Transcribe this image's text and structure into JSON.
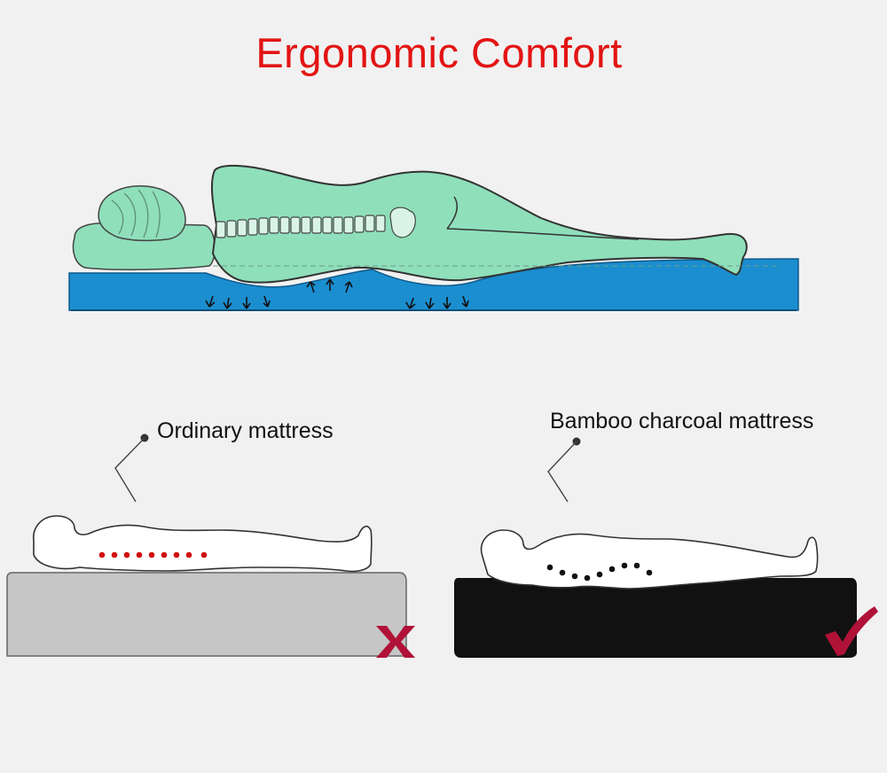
{
  "title": "Ergonomic Comfort",
  "labels": {
    "ordinary": "Ordinary mattress",
    "bamboo": "Bamboo charcoal mattress"
  },
  "colors": {
    "title": "#e31414",
    "body_top": "#8fdfba",
    "mattress_top": "#1b8ed0",
    "mattress_ordinary": "#c6c6c6",
    "mattress_bamboo": "#111111",
    "spine_ordinary": "#d21010",
    "spine_bamboo": "#111111",
    "cross_mark": "#b01238",
    "check_mark": "#b01238"
  },
  "icons": {
    "ordinary_verdict": "cross-icon",
    "bamboo_verdict": "check-icon"
  }
}
